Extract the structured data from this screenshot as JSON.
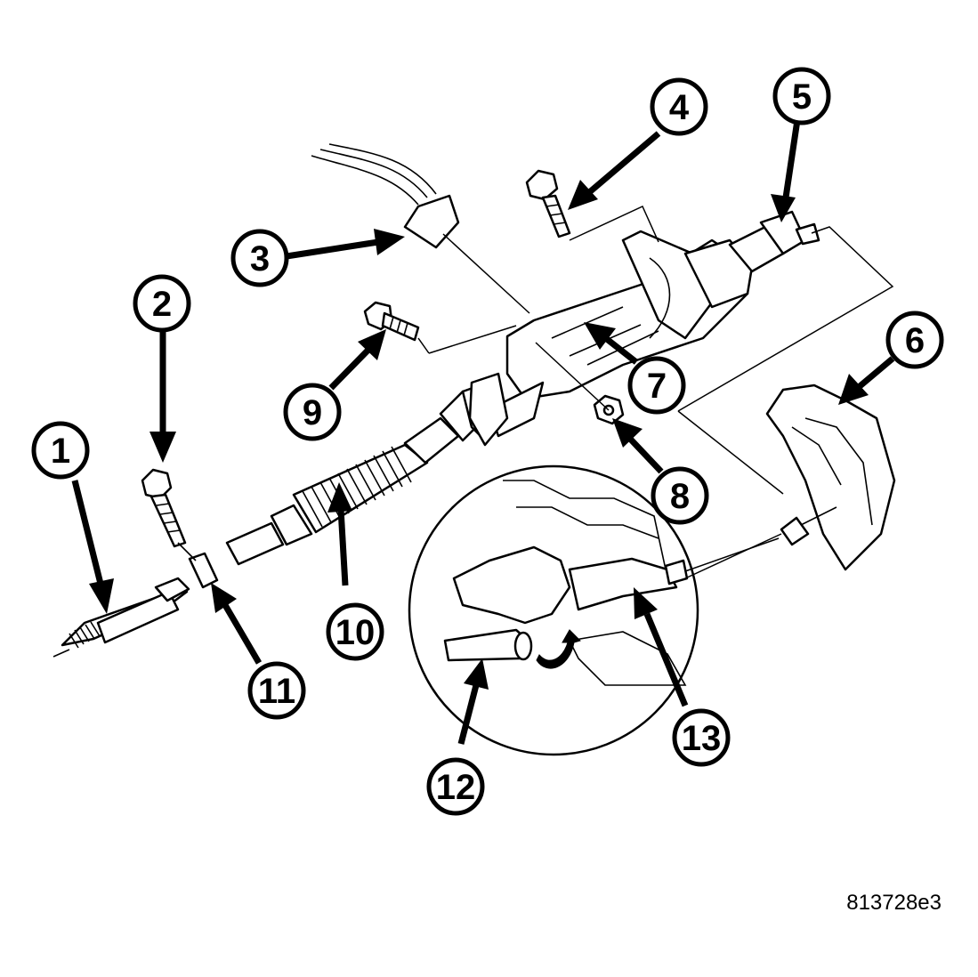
{
  "figure_id": "813728e3",
  "callouts": [
    {
      "id": 1,
      "label": "1"
    },
    {
      "id": 2,
      "label": "2"
    },
    {
      "id": 3,
      "label": "3"
    },
    {
      "id": 4,
      "label": "4"
    },
    {
      "id": 5,
      "label": "5"
    },
    {
      "id": 6,
      "label": "6"
    },
    {
      "id": 7,
      "label": "7"
    },
    {
      "id": 8,
      "label": "8"
    },
    {
      "id": 9,
      "label": "9"
    },
    {
      "id": 10,
      "label": "10"
    },
    {
      "id": 11,
      "label": "11"
    },
    {
      "id": 12,
      "label": "12"
    },
    {
      "id": 13,
      "label": "13"
    }
  ]
}
